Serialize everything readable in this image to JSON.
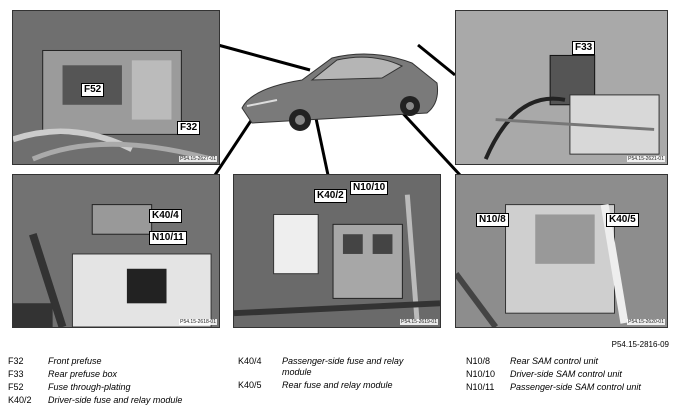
{
  "panels": {
    "top_left": {
      "callouts": [
        "F52",
        "F32"
      ],
      "code": "P54.15-2627-01"
    },
    "top_right": {
      "callouts": [
        "F33"
      ],
      "code": "P54.15-2621-01"
    },
    "bottom_left": {
      "callouts": [
        "K40/4",
        "N10/11"
      ],
      "code": "P54.15-2618-01"
    },
    "bottom_mid": {
      "callouts": [
        "K40/2",
        "N10/10"
      ],
      "code": "P54.15-2619-01"
    },
    "bottom_right": {
      "callouts": [
        "N10/8",
        "K40/5"
      ],
      "code": "P54.15-2620-01"
    }
  },
  "figure_code": "P54.15-2816-09",
  "legend": {
    "col1": [
      {
        "code": "F32",
        "desc": "Front prefuse"
      },
      {
        "code": "F33",
        "desc": "Rear prefuse box"
      },
      {
        "code": "F52",
        "desc": "Fuse through-plating"
      },
      {
        "code": "K40/2",
        "desc": "Driver-side fuse and relay module"
      }
    ],
    "col2": [
      {
        "code": "K40/4",
        "desc": "Passenger-side fuse and relay module"
      },
      {
        "code": "K40/5",
        "desc": "Rear fuse and relay module"
      }
    ],
    "col3": [
      {
        "code": "N10/8",
        "desc": "Rear SAM control unit"
      },
      {
        "code": "N10/10",
        "desc": "Driver-side SAM control unit"
      },
      {
        "code": "N10/11",
        "desc": "Passenger-side SAM control unit"
      }
    ]
  }
}
